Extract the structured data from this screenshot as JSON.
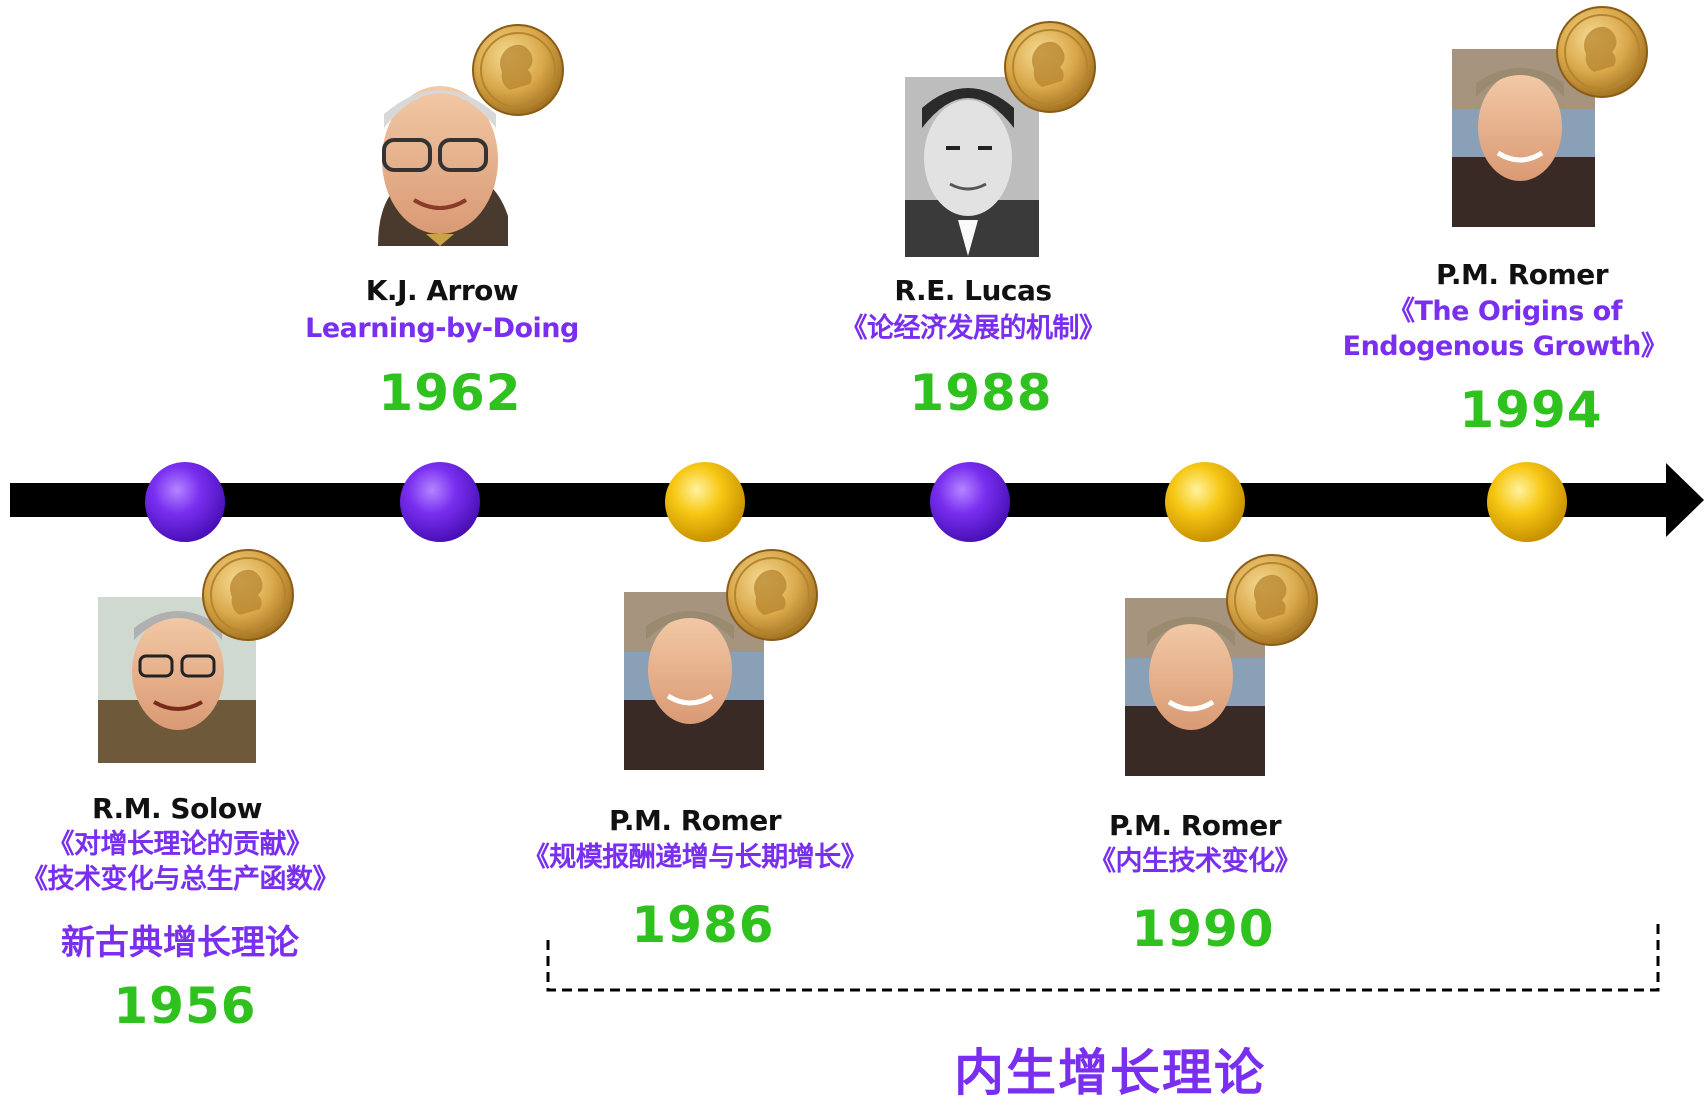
{
  "theories": {
    "neoclassical": "新古典增长理论",
    "endogenous": "内生增长理论"
  },
  "events": [
    {
      "name": "R.M. Solow",
      "works": [
        "《对增长理论的贡献》",
        "《技术变化与总生产函数》"
      ],
      "year": "1956",
      "dot_color": "purple"
    },
    {
      "name": "K.J. Arrow",
      "works": [
        "Learning-by-Doing"
      ],
      "year": "1962",
      "dot_color": "purple"
    },
    {
      "name": "P.M. Romer",
      "works": [
        "《规模报酬递增与长期增长》"
      ],
      "year": "1986",
      "dot_color": "gold"
    },
    {
      "name": "R.E. Lucas",
      "works": [
        "《论经济发展的机制》"
      ],
      "year": "1988",
      "dot_color": "purple"
    },
    {
      "name": "P.M. Romer",
      "works": [
        "《内生技术变化》"
      ],
      "year": "1990",
      "dot_color": "gold"
    },
    {
      "name": "P.M. Romer",
      "works": [
        "《The Origins of",
        "Endogenous Growth》"
      ],
      "year": "1994",
      "dot_color": "gold"
    }
  ],
  "colors": {
    "year": "#2fc21e",
    "work_text": "#7a2ff0",
    "dot_purple": "#6a20e8",
    "dot_gold": "#f4c20a",
    "axis": "#000000"
  }
}
